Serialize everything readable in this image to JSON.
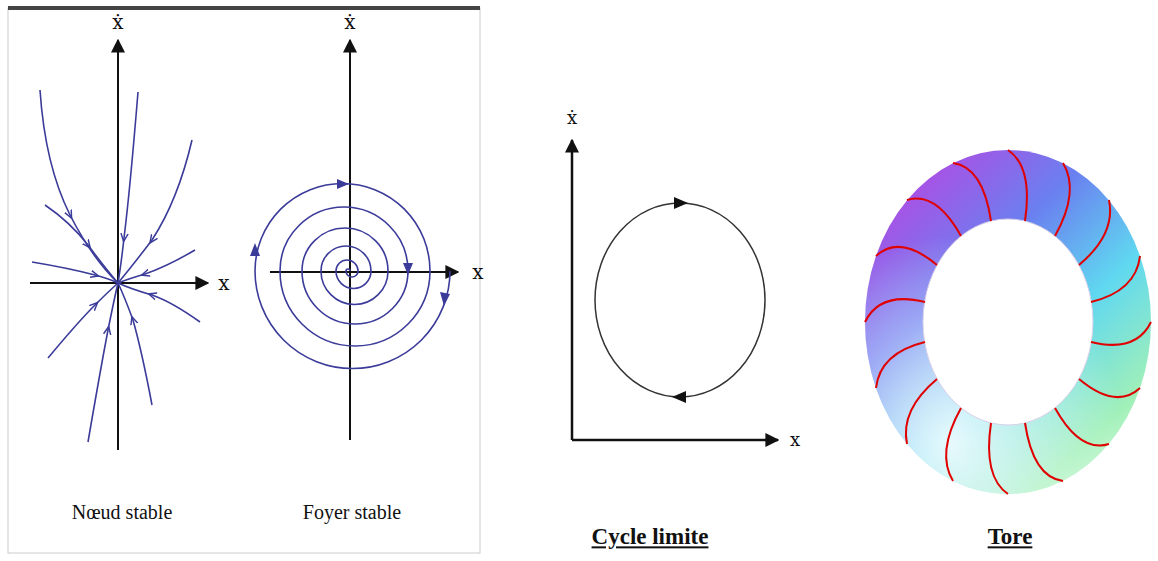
{
  "diagram": {
    "labels": [
      "ẋ",
      "x",
      "Nœud stable",
      "ẋ",
      "x",
      "Foyer stable",
      "ẋ",
      "x",
      "Cycle limite",
      "Tore"
    ]
  }
}
